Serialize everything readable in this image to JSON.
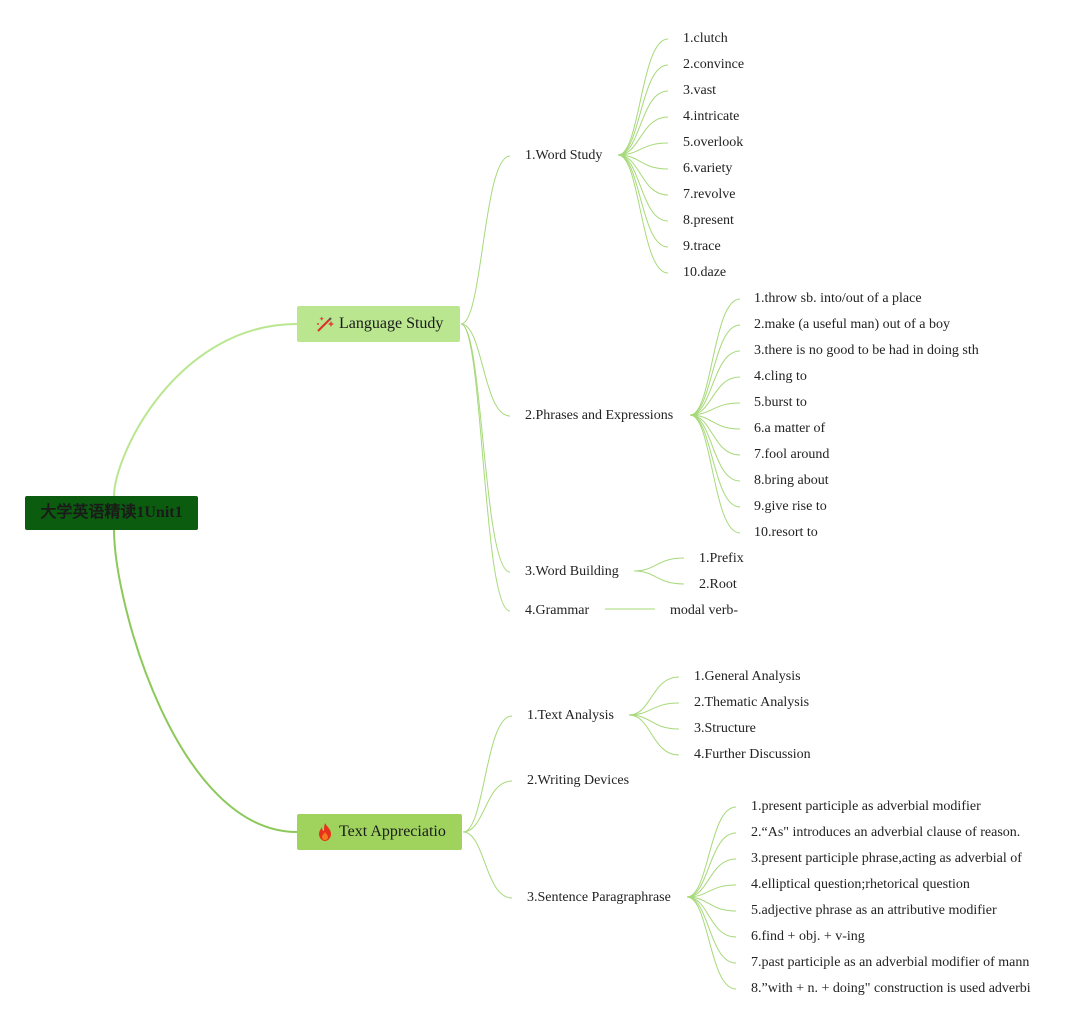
{
  "root": {
    "label": "大学英语精读1Unit1"
  },
  "branches": [
    {
      "label": "Language Study",
      "icon": "magic-wand-icon",
      "color": "#b9e68f",
      "children": [
        {
          "label": "1.Word Study",
          "leaves": [
            "1.clutch",
            "2.convince",
            "3.vast",
            "4.intricate",
            "5.overlook",
            "6.variety",
            "7.revolve",
            "8.present",
            "9.trace",
            "10.daze"
          ]
        },
        {
          "label": "2.Phrases and Expressions",
          "leaves": [
            "1.throw sb. into/out of a place",
            "2.make (a useful man) out of a boy",
            "3.there is no good to be had in doing sth",
            "4.cling to",
            "5.burst to",
            "6.a matter of",
            "7.fool around",
            "8.bring about",
            "9.give rise to",
            "10.resort to"
          ]
        },
        {
          "label": "3.Word Building",
          "leaves": [
            "1.Prefix",
            "2.Root"
          ]
        },
        {
          "label": "4.Grammar",
          "leaves": [
            "modal verb-"
          ]
        }
      ]
    },
    {
      "label": "Text Appreciatio",
      "icon": "fire-icon",
      "color": "#9fd35e",
      "children": [
        {
          "label": "1.Text Analysis",
          "leaves": [
            "1.General Analysis",
            "2.Thematic Analysis",
            "3.Structure",
            "4.Further Discussion"
          ]
        },
        {
          "label": "2.Writing Devices",
          "leaves": []
        },
        {
          "label": "3.Sentence Paragraphrase",
          "leaves": [
            "1.present participle as adverbial modifier",
            "2.“As\" introduces an adverbial clause of reason.",
            "3.present participle phrase,acting as adverbial of",
            "4.elliptical question;rhetorical question",
            "5.adjective phrase as an attributive modifier",
            "6.find + obj. + v-ing",
            "7.past participle as an adverbial modifier of mann",
            "8.”with + n. + doing\" construction is used adverbi"
          ]
        }
      ]
    }
  ],
  "colors": {
    "root_bg": "#0b5c0f",
    "line": "#a7d97a",
    "line_dark": "#8cc95a"
  }
}
